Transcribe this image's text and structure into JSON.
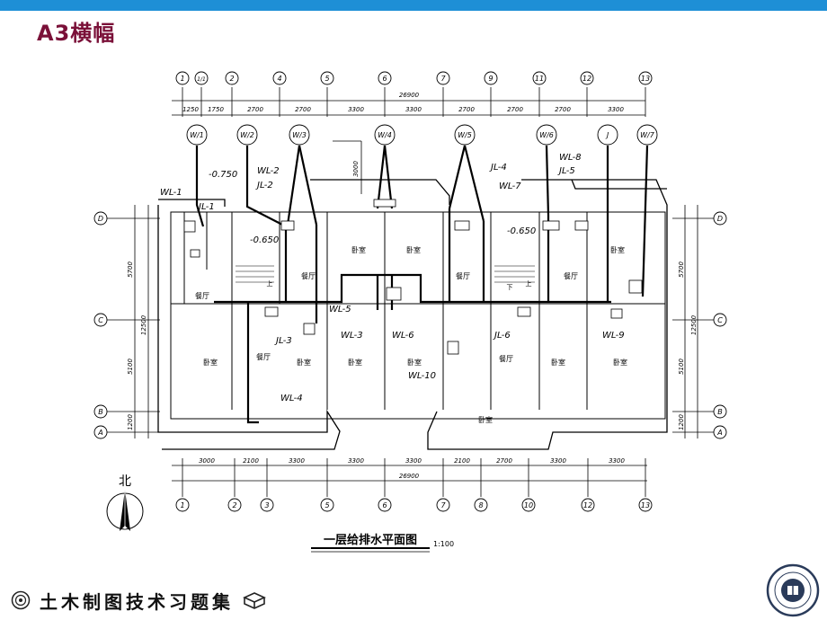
{
  "slide": {
    "title": "A3横幅"
  },
  "plan": {
    "title": "一层给排水平面图",
    "scale": "1:100",
    "north_label": "北",
    "top_axes": [
      "1",
      "1/1",
      "2",
      "4",
      "5",
      "6",
      "7",
      "9",
      "11",
      "12",
      "13"
    ],
    "bottom_axes": [
      "1",
      "2",
      "3",
      "5",
      "6",
      "7",
      "8",
      "10",
      "12",
      "13"
    ],
    "side_axes": [
      "D",
      "C",
      "B",
      "A"
    ],
    "top_dims": [
      "1250",
      "1750",
      "2700",
      "2700",
      "3300",
      "3300",
      "2700",
      "2700",
      "2700",
      "3300"
    ],
    "top_total": "26900",
    "bottom_dims": [
      "3000",
      "2100",
      "3300",
      "3300",
      "3300",
      "2100",
      "2700",
      "3300",
      "3300"
    ],
    "bottom_total": "26900",
    "side_dims_left": [
      "5700",
      "12500",
      "5100",
      "1200"
    ],
    "side_dims_right": [
      "5700",
      "12500",
      "5100",
      "1200"
    ],
    "riser_circles": [
      "W/1",
      "W/2",
      "W/3",
      "W/4",
      "W/5",
      "W/6",
      "J",
      "W/7"
    ],
    "dim_3000": "3000",
    "levels": [
      "-0.750",
      "-0.650",
      "-0.650"
    ],
    "pipe_labels": [
      "WL-1",
      "JL-1",
      "WL-2",
      "JL-2",
      "JL-4",
      "WL-7",
      "WL-8",
      "JL-5",
      "WL-5",
      "WL-3",
      "WL-6",
      "JL-3",
      "WL-4",
      "WL-10",
      "JL-6",
      "WL-9"
    ],
    "rooms": {
      "bedroom": "卧室",
      "dining": "餐厅",
      "up": "上",
      "down": "下"
    }
  },
  "footer": {
    "text": "土木制图技术习题集"
  }
}
